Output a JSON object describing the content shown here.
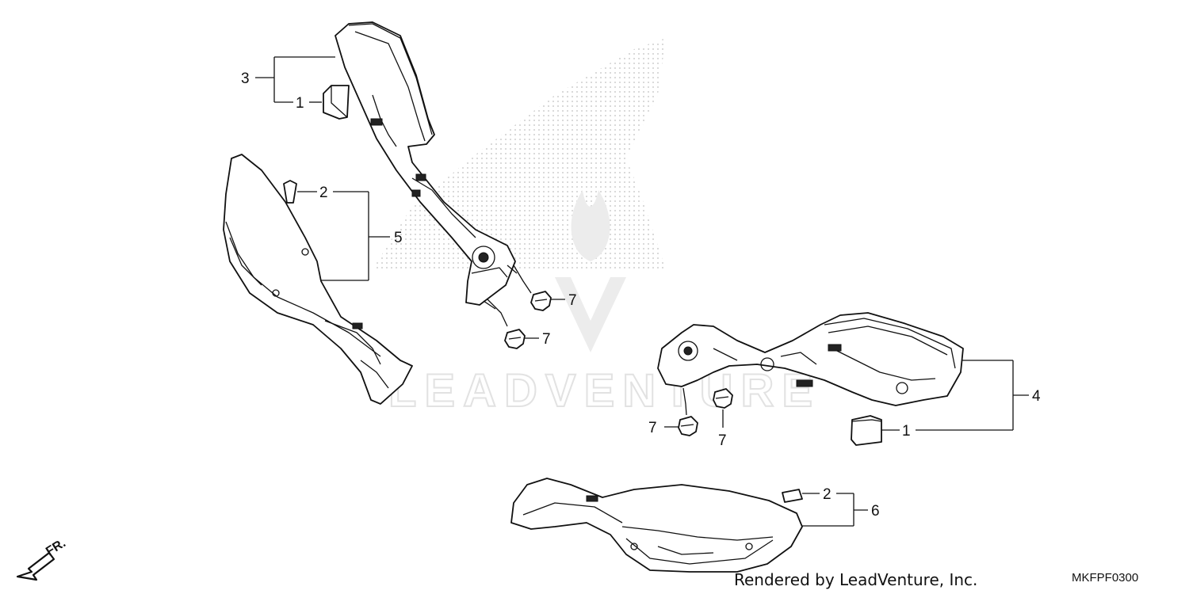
{
  "callouts": {
    "c3": "3",
    "c1_top": "1",
    "c2_left": "2",
    "c5": "5",
    "c7_a": "7",
    "c7_b": "7",
    "c4": "4",
    "c1_right": "1",
    "c7_c": "7",
    "c7_d": "7",
    "c2_bottom": "2",
    "c6": "6"
  },
  "direction": {
    "label": "FR."
  },
  "watermark": {
    "brand": "LEADVENTURE"
  },
  "footer": {
    "rendered_by": "Rendered by LeadVenture, Inc.",
    "diagram_code": "MKFPF0300"
  }
}
